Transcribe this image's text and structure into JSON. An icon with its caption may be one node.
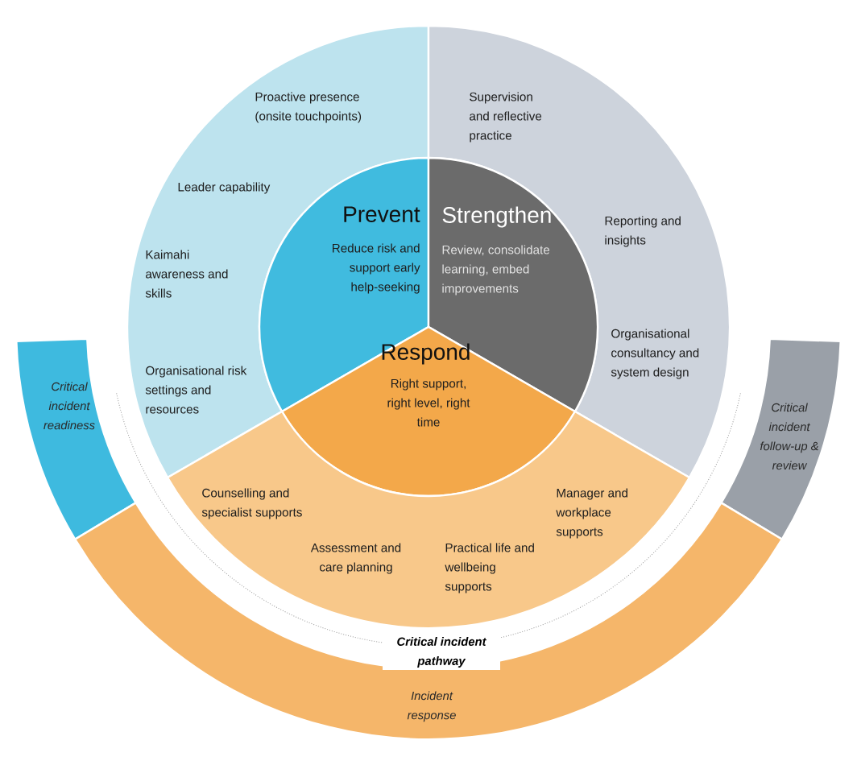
{
  "diagram": {
    "nodes": [
      {
        "text": [
          "Proactive presence (onsite touchpoints)",
          "Leader capability",
          "Kaimahi awareness and skills",
          "Organisational risk settings and resources"
        ]
      },
      {
        "text": [
          "Supervision and reflective practice",
          "Reporting and insights",
          "Organisational consultancy and system design"
        ]
      },
      {
        "text": [
          "Prevent",
          "Reduce risk and support early help-seeking"
        ]
      },
      {
        "text": [
          "Strengthen",
          "Review, consolidate learning, embed improvements"
        ]
      },
      {
        "text": [
          "Respond",
          "Right support, right level, right time"
        ]
      },
      {
        "text": [
          "Counselling and specialist supports",
          "Assessment and care planning",
          "Practical life and wellbeing supports",
          "Manager and workplace supports"
        ]
      },
      {
        "text": [
          "Critical incident readiness"
        ]
      },
      {
        "text": [
          "Critical incident follow-up & review"
        ]
      },
      {
        "text": [
          "Incident response"
        ]
      }
    ],
    "edges": [],
    "labels": [
      "Critical incident pathway"
    ]
  }
}
